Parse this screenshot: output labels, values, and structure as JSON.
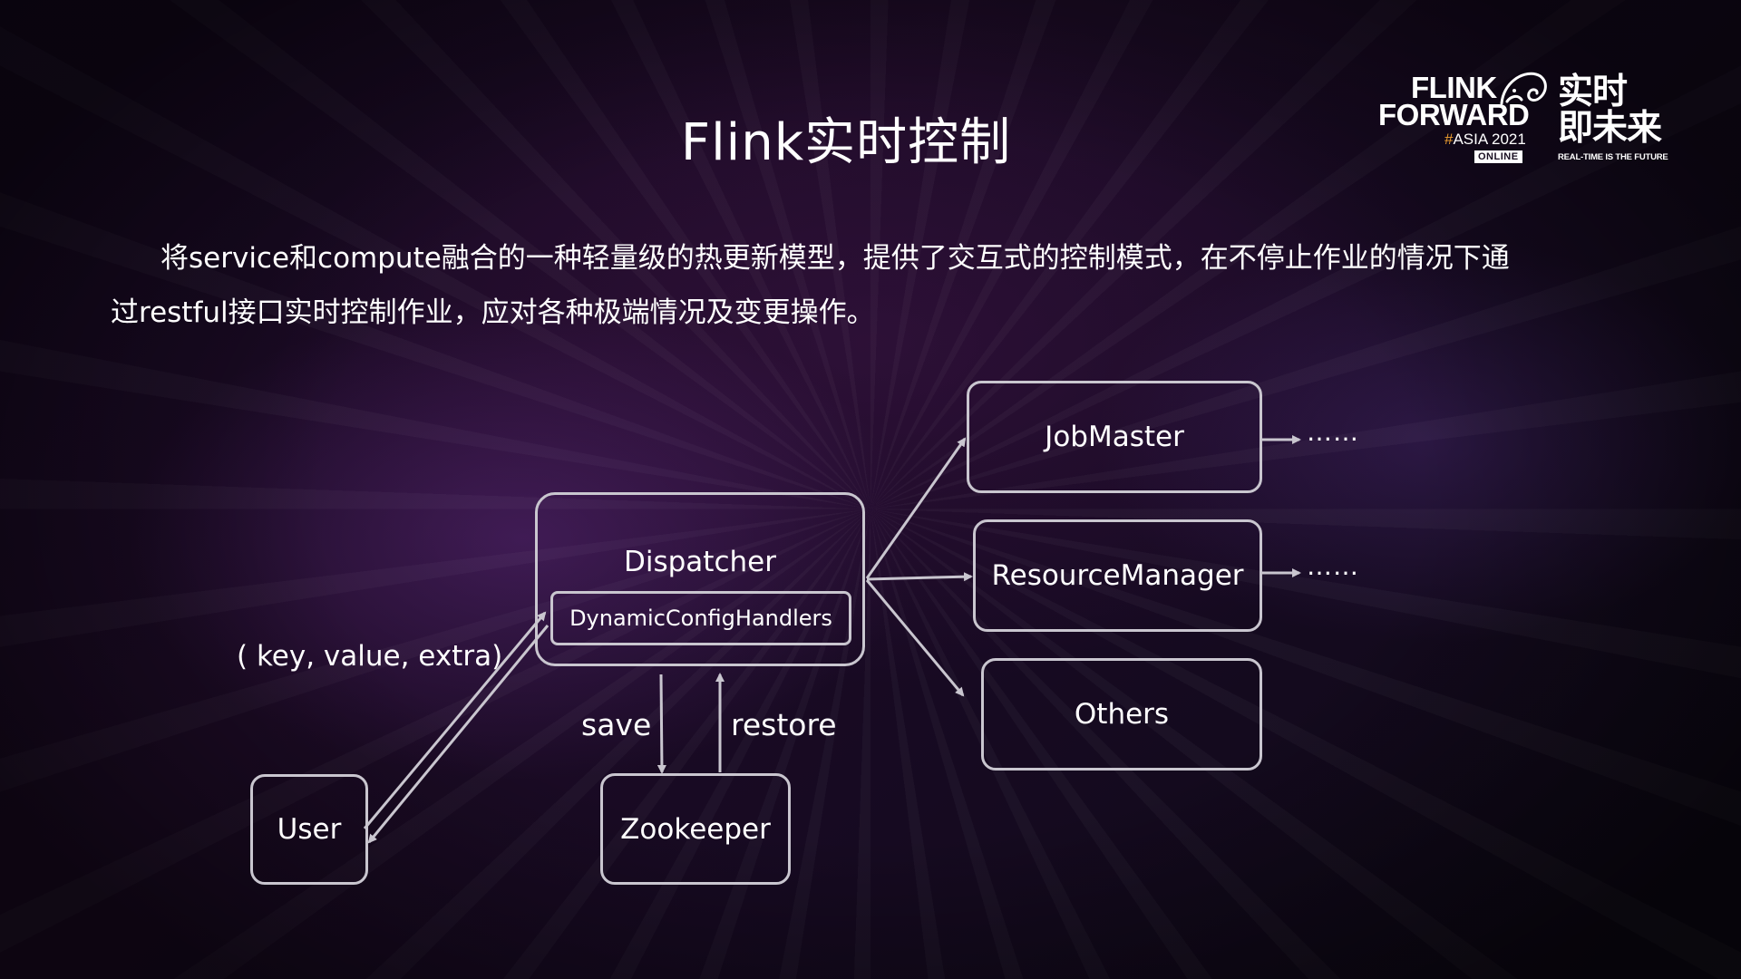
{
  "slide": {
    "title": "Flink实时控制",
    "description": "将service和compute融合的一种轻量级的热更新模型，提供了交互式的控制模式，在不停止作业的情况下通过restful接口实时控制作业，应对各种极端情况及变更操作。"
  },
  "logo": {
    "line1": "FLINK",
    "line2": "FORWARD",
    "hash": "#",
    "event": "ASIA 2021",
    "online": "ONLINE",
    "cn_line1": "实时",
    "cn_line2": "即未来",
    "tagline": "REAL-TIME IS THE FUTURE",
    "accent_color": "#f0a030"
  },
  "diagram": {
    "nodes": {
      "dispatcher": "Dispatcher",
      "handlers": "DynamicConfigHandlers",
      "jobmaster": "JobMaster",
      "resourcemanager": "ResourceManager",
      "others": "Others",
      "user": "User",
      "zookeeper": "Zookeeper"
    },
    "labels": {
      "request": "( key, value, extra)",
      "save": "save",
      "restore": "restore",
      "more_jm": "……",
      "more_rm": "……"
    },
    "stroke_color": "#c9c6cf"
  }
}
